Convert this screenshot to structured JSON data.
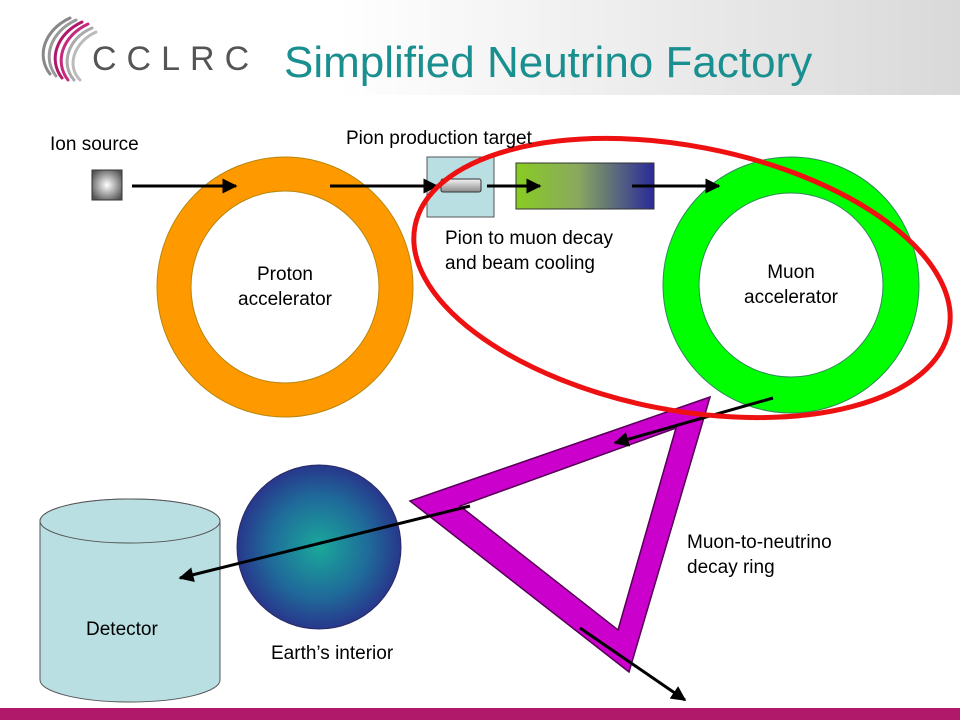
{
  "header": {
    "logo_text": "CCLRC",
    "title": "Simplified Neutrino Factory"
  },
  "labels": {
    "ion_source": "Ion source",
    "pion_target": "Pion production target",
    "proton_line1": "Proton",
    "proton_line2": "accelerator",
    "pion_decay_line1": "Pion to muon decay",
    "pion_decay_line2": "and beam cooling",
    "muon_line1": "Muon",
    "muon_line2": "accelerator",
    "decay_ring_line1": "Muon-to-neutrino",
    "decay_ring_line2": "decay ring",
    "detector": "Detector",
    "earth": "Earth’s interior"
  },
  "colors": {
    "title": "#1a8f8f",
    "proton_ring": "#ff9900",
    "muon_ring": "#00ff00",
    "decay_ring": "#cc00cc",
    "highlight_ellipse": "#ee1111",
    "detector": "#b9dfe3",
    "bottom_bar": "#b0186a"
  },
  "icons": {
    "logo": "cclrc-logo-swoosh-icon",
    "arrow": "arrow-right-icon"
  }
}
